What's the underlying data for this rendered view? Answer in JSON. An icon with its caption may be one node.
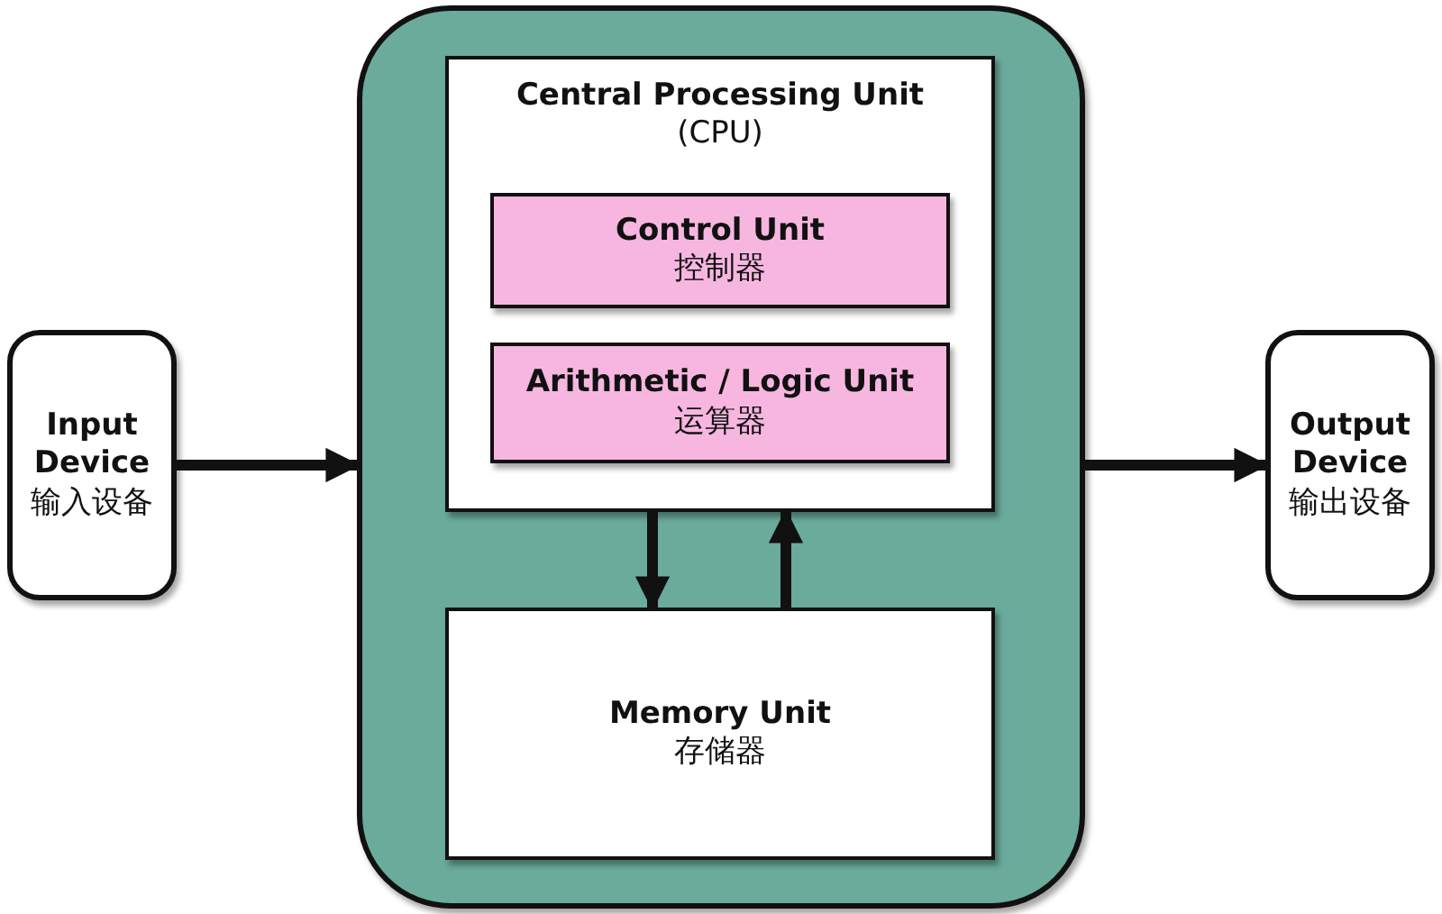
{
  "diagram": {
    "nodes": [
      {
        "text": [
          "Input Device",
          "输入设备"
        ]
      },
      {
        "text": [],
        "shape": "box"
      },
      {
        "text": [
          "Central Processing Unit",
          "(CPU)"
        ],
        "in": 1
      },
      {
        "text": [
          "Control Unit",
          "控制器"
        ],
        "in": 2
      },
      {
        "text": [
          "Arithmetic / Logic Unit",
          "运算器"
        ],
        "in": 2
      },
      {
        "text": [
          "Memory Unit",
          "存储器"
        ],
        "in": 1
      },
      {
        "text": [
          "Output Device",
          "输出设备"
        ]
      }
    ],
    "edges": [
      {
        "from": 0,
        "to": 1,
        "arrow": "to"
      },
      {
        "from": 1,
        "to": 6,
        "arrow": "to"
      },
      {
        "from": 2,
        "to": 5,
        "arrow": "to"
      },
      {
        "from": 5,
        "to": 2,
        "arrow": "to"
      }
    ]
  }
}
